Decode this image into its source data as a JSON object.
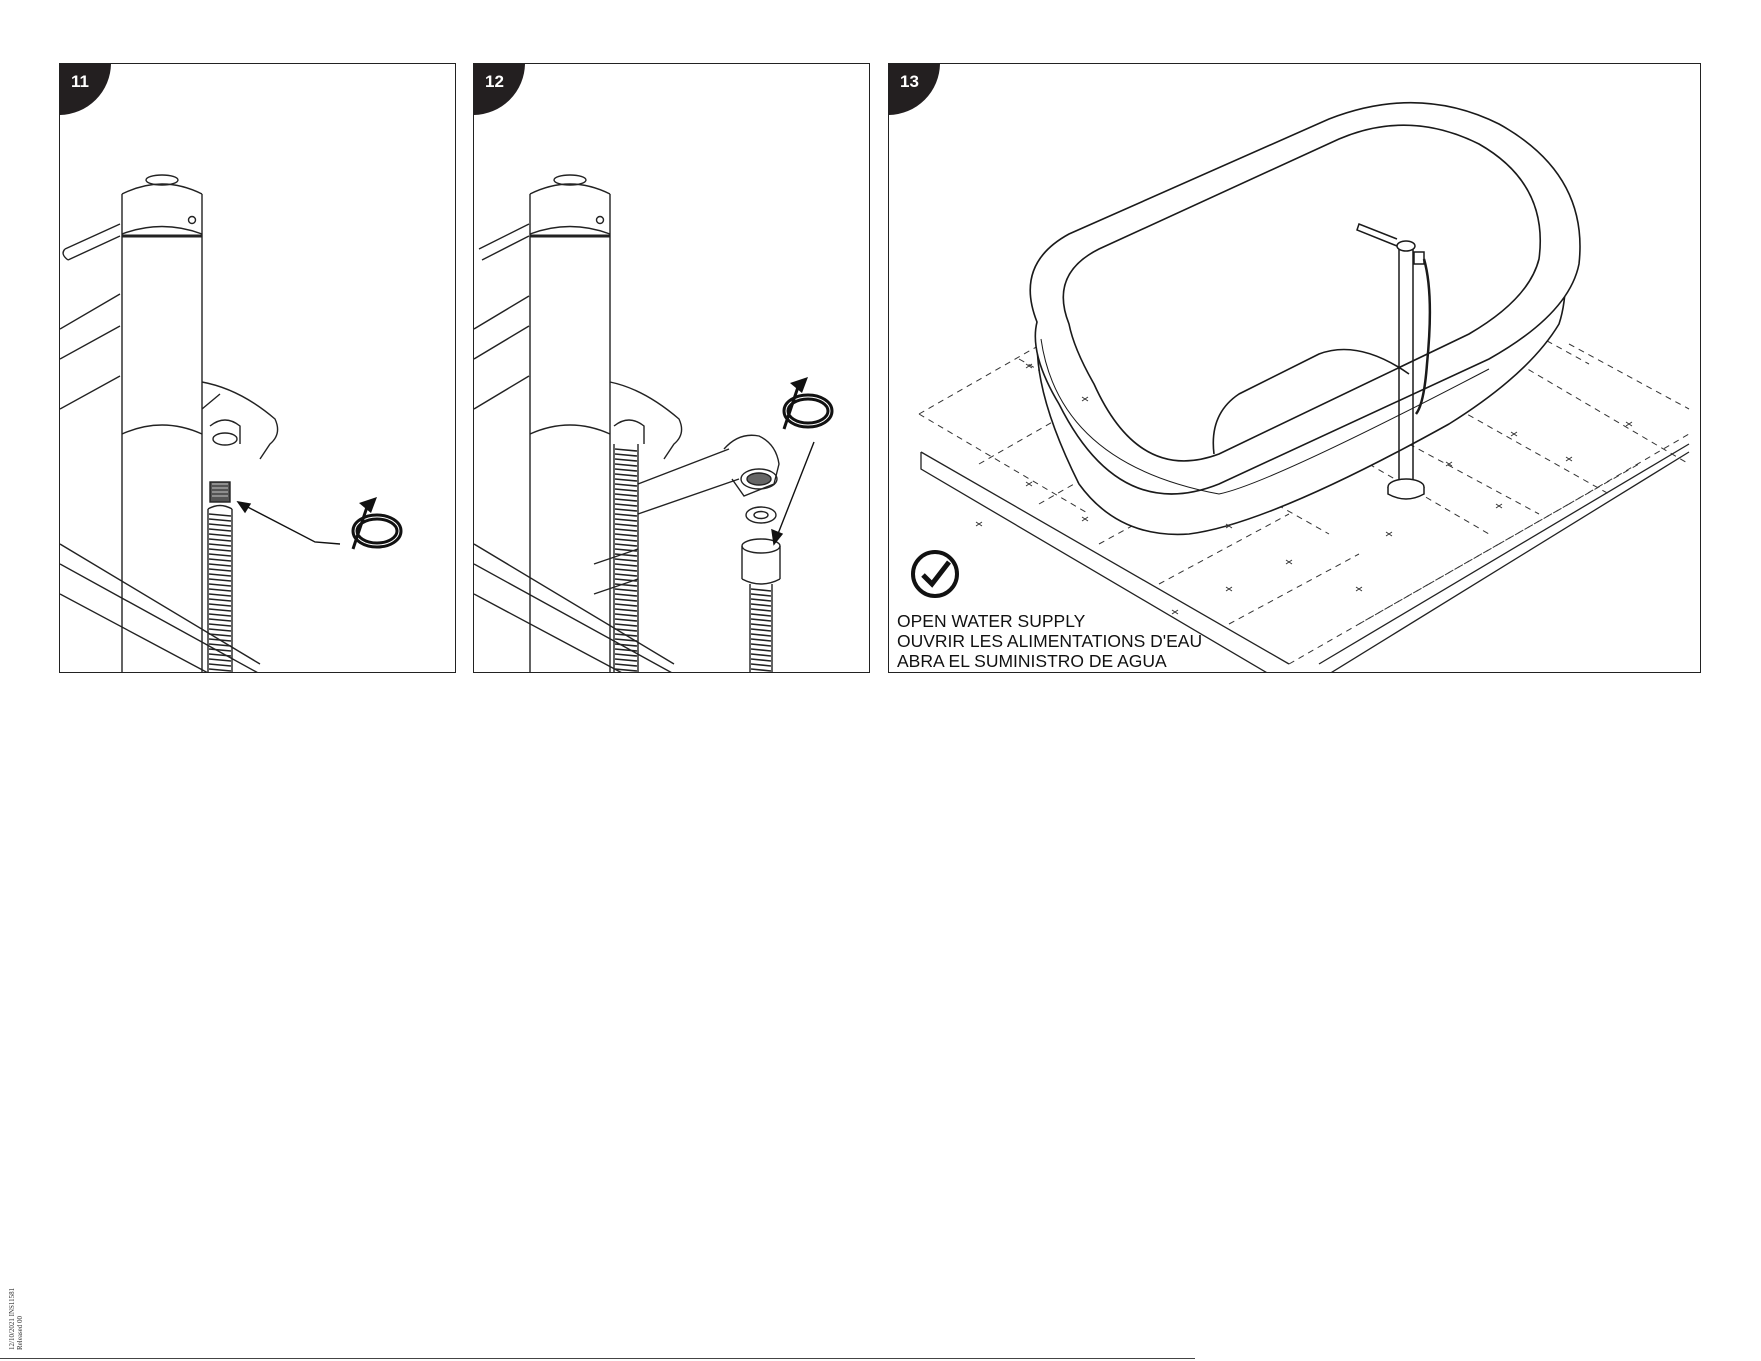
{
  "steps": [
    {
      "number": "11"
    },
    {
      "number": "12"
    },
    {
      "number": "13",
      "instructions": [
        "OPEN WATER SUPPLY",
        "OUVRIR LES ALIMENTATIONS D'EAU",
        "ABRA EL SUMINISTRO DE AGUA"
      ]
    }
  ],
  "icons": {
    "step11": [
      "tighten-rotation-arrow-icon"
    ],
    "step12": [
      "tighten-rotation-arrow-icon"
    ],
    "step13": [
      "checkmark-circle-icon"
    ]
  },
  "footer": {
    "doc_ref_line1": "12/10/2021  INS11581",
    "doc_ref_line2": "Released 00"
  }
}
